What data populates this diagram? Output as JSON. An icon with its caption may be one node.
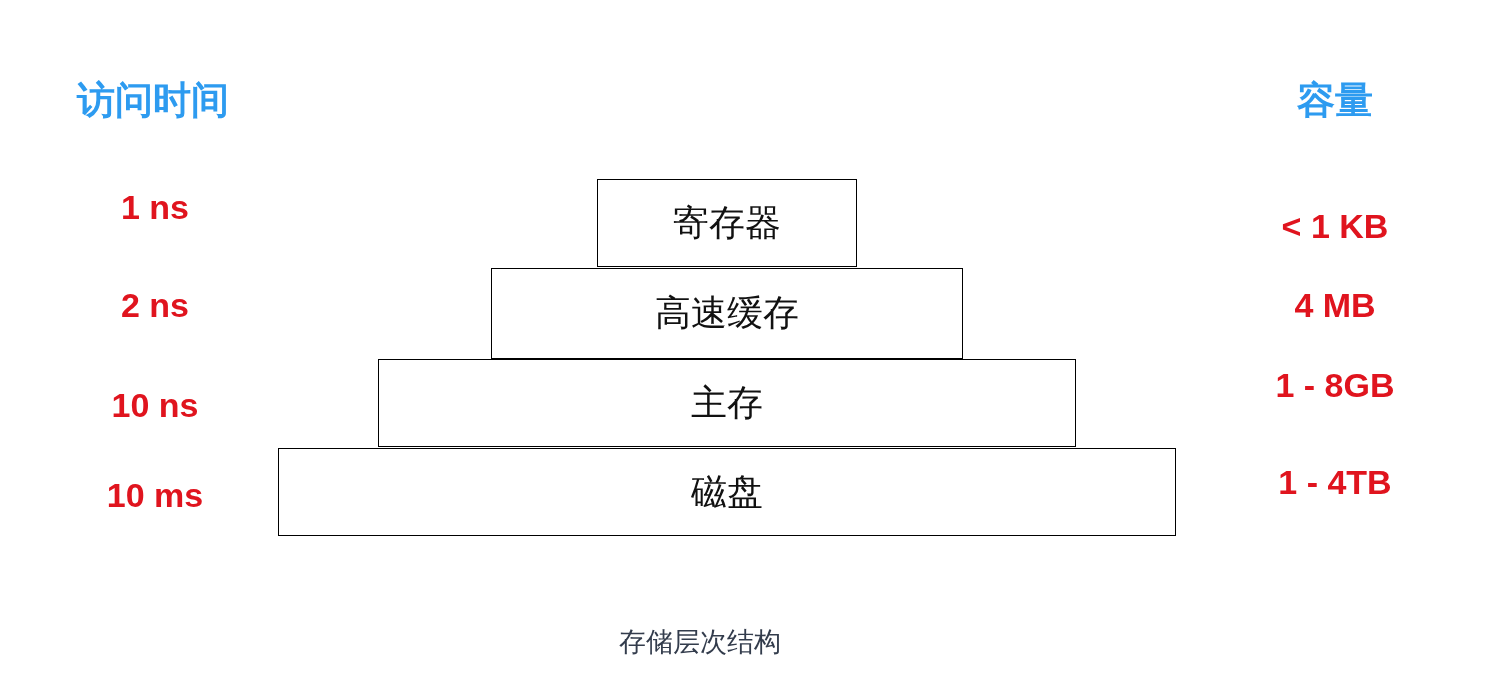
{
  "diagram": {
    "caption": "存储层次结构",
    "nodes": [
      {
        "text": [
          "寄存器"
        ]
      },
      {
        "text": [
          "高速缓存"
        ]
      },
      {
        "text": [
          "主存"
        ]
      },
      {
        "text": [
          "磁盘"
        ]
      }
    ],
    "labels": [
      "访问时间",
      "容量",
      "1 ns",
      "< 1 KB",
      "2 ns",
      "4 MB",
      "10 ns",
      "1 - 8GB",
      "10 ms",
      "1 - 4TB"
    ]
  }
}
